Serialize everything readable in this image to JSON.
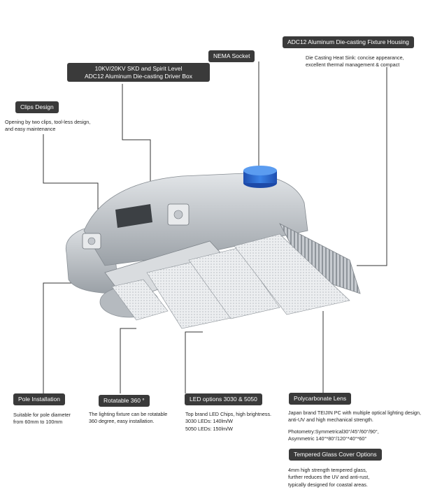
{
  "colors": {
    "tag_bg": "#3a3a3a",
    "tag_text": "#ffffff",
    "leader_line": "#333333",
    "housing": "#c9cdd1",
    "socket": "#2f6fd6",
    "led_panel": "#e4e6e8"
  },
  "callouts": {
    "housing": {
      "title": "ADC12 Aluminum Die-casting Fixture Housing",
      "lines": [
        "Die Casting Heat Sink: concise appearance,",
        "excellent thermal management & compact"
      ]
    },
    "nema": {
      "title": "NEMA Socket"
    },
    "driver_box": {
      "title_lines": [
        "10KV/20KV SKD and Spirit Level",
        "ADC12 Aluminum Die-casting Driver Box"
      ]
    },
    "clips": {
      "title": "Clips Design",
      "lines": [
        "Opening by two clips, tool-less design,",
        "and easy maintenance"
      ]
    },
    "pole": {
      "title": "Pole Installation",
      "lines": [
        "Suitable for pole diameter",
        "from 60mm to 100mm"
      ]
    },
    "rotatable": {
      "title": "Rotatable 360 °",
      "lines": [
        "The lighting fixture can be rotatable",
        "360 degree, easy installation."
      ]
    },
    "led": {
      "title": "LED options 3030 & 5050",
      "lines": [
        "Top brand LED Chips, high brightness.",
        "3030 LEDs: 140lm/W",
        "5050 LEDs: 150lm/W"
      ]
    },
    "lens": {
      "title": "Polycarbonate Lens",
      "lines": [
        "Japan brand TEIJIN PC with multiple optical lighting design,",
        "anti-UV and high mechanical strength."
      ],
      "photometry": [
        "Photometry:Symmetrical30°/45°/60°/90°,",
        "Asymmetric 140°*80°/120°*40°*60°"
      ]
    },
    "glass": {
      "title": "Tempered Glass Cover Options",
      "lines": [
        "4mm high strength tempered glass,",
        "further reduces the UV and anti-rust,",
        "typically designed for coastal areas."
      ]
    }
  },
  "icons": {
    "fixture": "street-light-fixture-illustration"
  }
}
